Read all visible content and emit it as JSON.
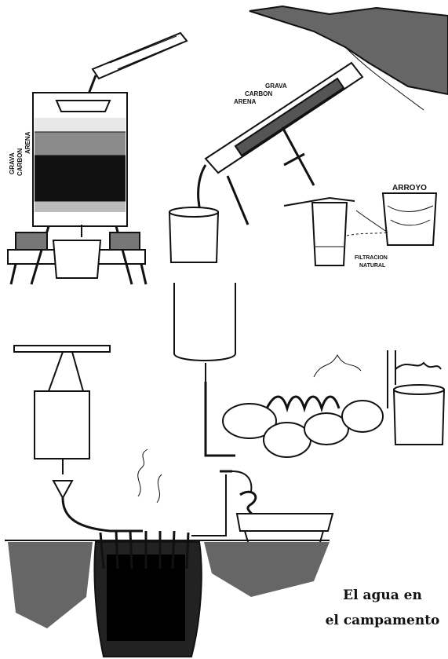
{
  "labels": {
    "grava_left": "GRAVA",
    "carbon_left": "CARBON",
    "arena_left": "ARENA",
    "grava_tray": "GRAVA",
    "carbon_tray": "CARBON",
    "arena_tray": "ARENA",
    "arroyo": "ARROYO",
    "filtracion_line1": "FILTRACION",
    "filtracion_line2": "NATURAL"
  },
  "caption": {
    "line1": "El agua en",
    "line2": "el campamento"
  }
}
